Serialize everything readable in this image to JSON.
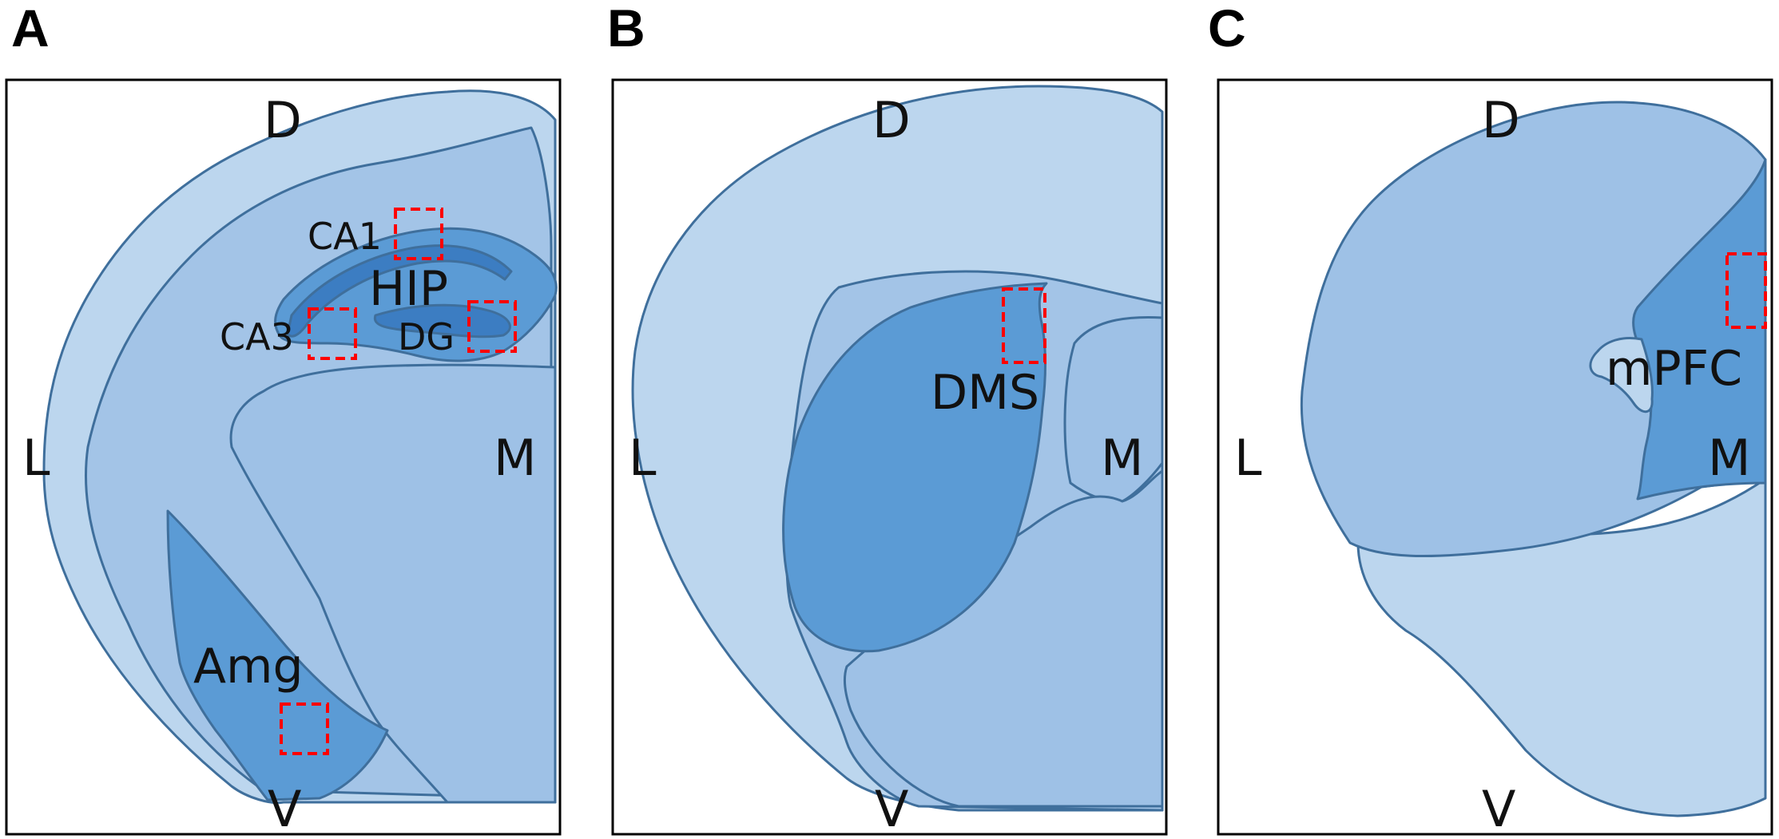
{
  "figure": {
    "panels": [
      {
        "letter": "A",
        "orientation": {
          "dorsal": "D",
          "ventral": "V",
          "lateral": "L",
          "medial": "M"
        },
        "regions": {
          "main": "HIP",
          "amygdala": "Amg"
        },
        "subregions": [
          "CA1",
          "CA3",
          "DG"
        ]
      },
      {
        "letter": "B",
        "orientation": {
          "dorsal": "D",
          "ventral": "V",
          "lateral": "L",
          "medial": "M"
        },
        "regions": {
          "main": "DMS"
        }
      },
      {
        "letter": "C",
        "orientation": {
          "dorsal": "D",
          "ventral": "V",
          "lateral": "L",
          "medial": "M"
        },
        "regions": {
          "main": "mPFC"
        }
      }
    ],
    "colors": {
      "light": "#bcd6ee",
      "mid": "#a3c4e7",
      "region": "#5b9bd5",
      "dark": "#3c7dc2",
      "outline": "#3f6f9c",
      "roi_box": "#ff0000"
    }
  }
}
